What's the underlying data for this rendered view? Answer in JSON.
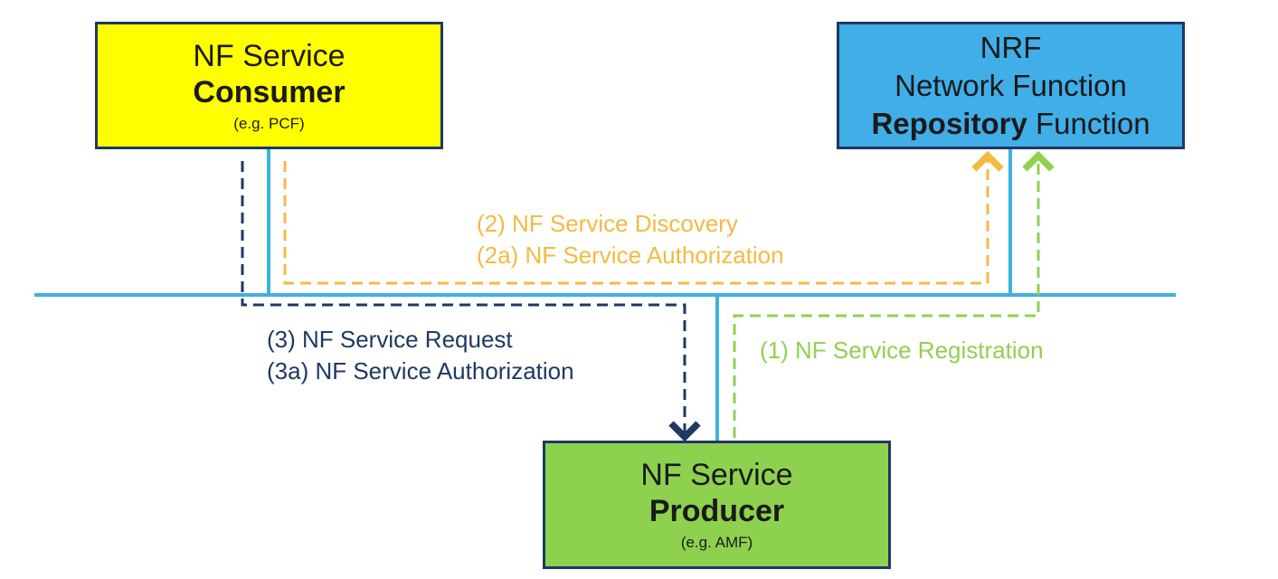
{
  "consumer": {
    "title": "NF Service",
    "role": "Consumer",
    "example": "(e.g. PCF)"
  },
  "nrf": {
    "line1": "NRF",
    "line2": "Network Function",
    "line3_bold": "Repository",
    "line3_rest": " Function"
  },
  "producer": {
    "title": "NF Service",
    "role": "Producer",
    "example": "(e.g. AMF)"
  },
  "flows": {
    "discovery": [
      "(2) NF Service Discovery",
      "(2a) NF Service Authorization"
    ],
    "request": [
      "(3) NF Service Request",
      "(3a) NF Service Authorization"
    ],
    "registration": "(1) NF Service Registration"
  },
  "colors": {
    "bus": "#3fb0e0",
    "consumer": "#ffff00",
    "nrf": "#41aee8",
    "producer": "#8ed14f",
    "discovery": "#f5b942",
    "request": "#1f3864",
    "registration": "#92d050"
  }
}
